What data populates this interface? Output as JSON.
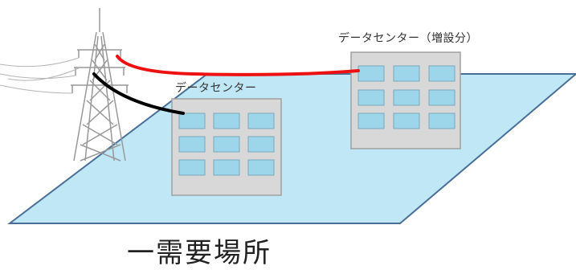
{
  "labels": {
    "datacenter_existing": "データセンター",
    "datacenter_expansion": "データセンター（増設分）",
    "site": "一需要場所"
  },
  "colors": {
    "ground_fill": "#bfe7f6",
    "ground_stroke": "#4a6f96",
    "building_fill": "#d8d8d8",
    "building_stroke": "#a0a0a0",
    "window_fill": "#9dd6ea",
    "window_stroke": "#7aa6bd",
    "tower_stroke": "#999999",
    "cable_existing": "#000000",
    "cable_expansion": "#ee1111"
  }
}
